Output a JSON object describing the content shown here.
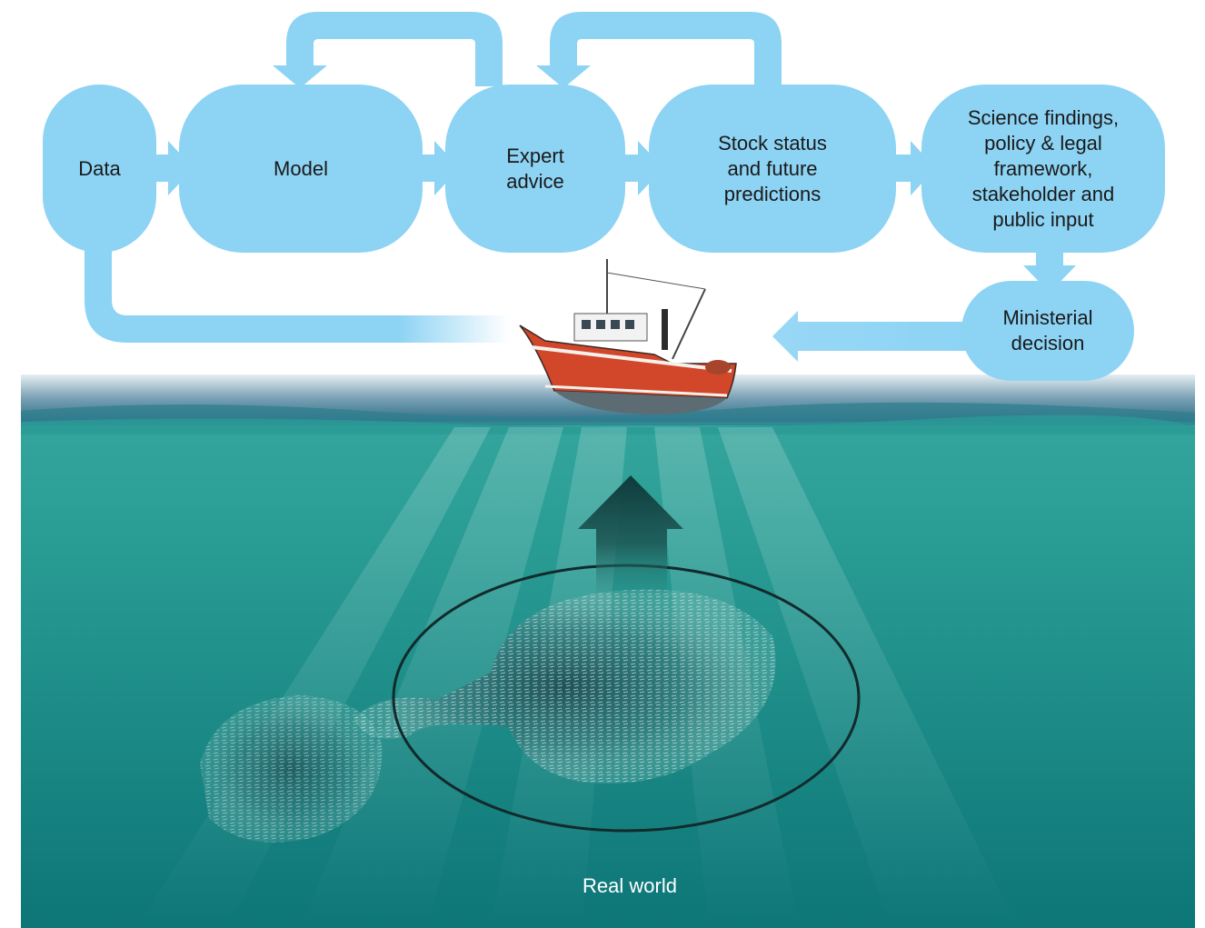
{
  "diagram": {
    "nodes": {
      "data": "Data",
      "model": "Model",
      "expert": "Expert\nadvice",
      "stock": "Stock status\nand future\npredictions",
      "science": "Science findings,\npolicy & legal\nframework,\nstakeholder and\npublic input",
      "minister": "Ministerial\ndecision"
    },
    "caption": "Real world"
  },
  "colors": {
    "node_fill": "#8dd3f4",
    "sea_top": "#2aa79c",
    "sea_bottom": "#0b6f73",
    "boat_hull": "#d2462a"
  }
}
